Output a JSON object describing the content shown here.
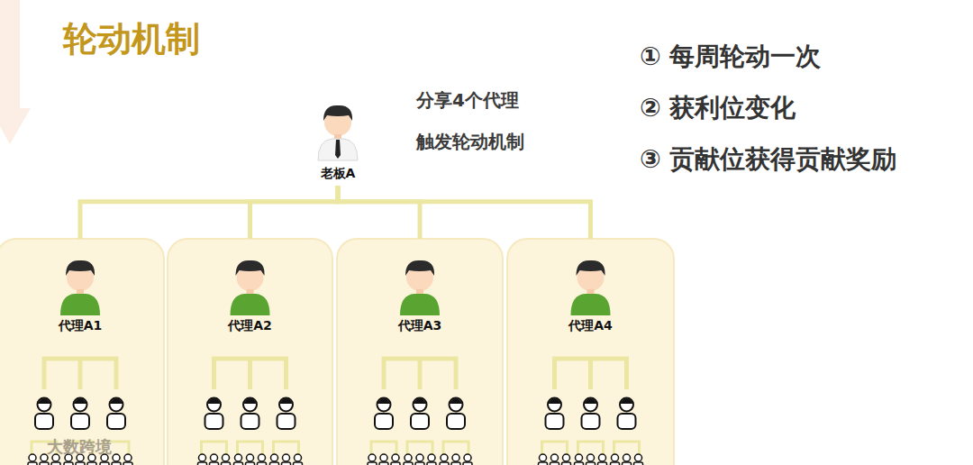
{
  "diagram": {
    "title": "轮动机制",
    "nodes": [
      {
        "text": [
          "老板A"
        ]
      },
      {
        "text": [
          "代理A1"
        ]
      },
      {
        "text": [
          "代理A2"
        ]
      },
      {
        "text": [
          "代理A3"
        ]
      },
      {
        "text": [
          "代理A4"
        ]
      }
    ],
    "edges": [
      {
        "from": 0,
        "to": 1,
        "arrow": "none"
      },
      {
        "from": 0,
        "to": 2,
        "arrow": "none"
      },
      {
        "from": 0,
        "to": 3,
        "arrow": "none"
      },
      {
        "from": 0,
        "to": 4,
        "arrow": "none"
      }
    ],
    "labels": [
      "分享4个代理",
      "触发轮动机制",
      "① 每周轮动一次",
      "② 获利位变化",
      "③ 贡献位获得贡献奖励",
      "大数跨境"
    ]
  }
}
